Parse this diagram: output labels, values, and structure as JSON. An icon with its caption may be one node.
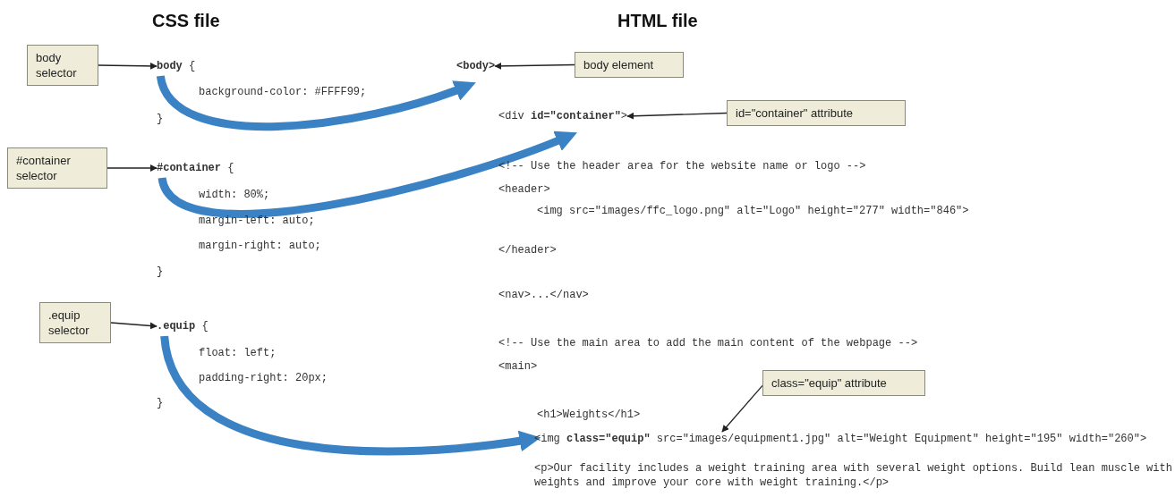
{
  "diagram": {
    "nodes": [
      {
        "text": [
          "body selector"
        ]
      },
      {
        "text": [
          "#container selector"
        ]
      },
      {
        "text": [
          ".equip selector"
        ]
      },
      {
        "text": [
          "body element"
        ]
      },
      {
        "text": [
          "id=\"container\" attribute"
        ]
      },
      {
        "text": [
          "class=\"equip\" attribute"
        ]
      },
      {
        "text": [
          "**body** {"
        ]
      },
      {
        "text": [
          "**#container** {"
        ]
      },
      {
        "text": [
          "**.equip** {"
        ]
      },
      {
        "text": [
          "**<body>**"
        ]
      },
      {
        "text": [
          "<div **id=\"container\"**>"
        ]
      },
      {
        "text": [
          "<img **class=\"equip\"** src=\"images/equipment1.jpg\" alt=\"Weight Equipment\" height=\"195\" width=\"260\">"
        ]
      }
    ],
    "edges": [
      {
        "from": 0,
        "to": 6,
        "arrow": "to"
      },
      {
        "from": 1,
        "to": 7,
        "arrow": "to"
      },
      {
        "from": 2,
        "to": 8,
        "arrow": "to"
      },
      {
        "from": 3,
        "to": 9,
        "arrow": "to"
      },
      {
        "from": 4,
        "to": 10,
        "arrow": "to"
      },
      {
        "from": 5,
        "to": 11,
        "arrow": "to"
      },
      {
        "from": 6,
        "to": 9,
        "arrow": "to",
        "style": "thick",
        "color": "#3b82c4"
      },
      {
        "from": 7,
        "to": 10,
        "arrow": "to",
        "style": "thick",
        "color": "#3b82c4"
      },
      {
        "from": 8,
        "to": 11,
        "arrow": "to",
        "style": "thick",
        "color": "#3b82c4"
      }
    ],
    "labels": [
      "CSS file",
      "HTML file",
      "background-color: #FFFF99;",
      "}",
      "width: 80%;",
      "margin-left: auto;",
      "margin-right: auto;",
      "}",
      "float: left;",
      "padding-right: 20px;",
      "}",
      "<!-- Use the header area for the website name or logo -->",
      "<header>",
      "<img src=\"images/ffc_logo.png\" alt=\"Logo\" height=\"277\" width=\"846\">",
      "</header>",
      "<nav>...</nav>",
      "<!-- Use the main area to add the main content of the webpage -->",
      "<main>",
      "<h1>Weights</h1>",
      "<p>Our facility includes a weight training area with several weight options. Build lean muscle with weights and improve your core with weight training.</p>"
    ]
  }
}
